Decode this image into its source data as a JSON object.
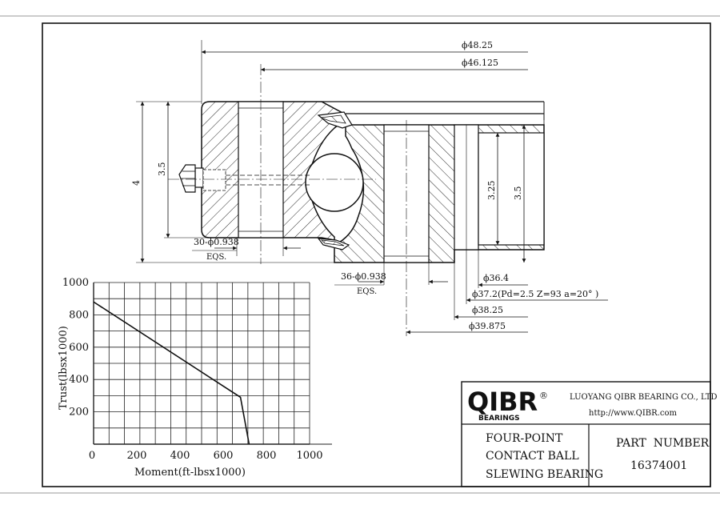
{
  "drawing": {
    "dims": {
      "d_48_25": "ϕ48.25",
      "d_46_125": "ϕ46.125",
      "h_4": "4",
      "h_3_5_left": "3.5",
      "h_3_25": "3.25",
      "h_3_5_right": "3.5",
      "holes_outer": "30-ϕ0.938",
      "holes_outer_eqs": "EQS.",
      "holes_inner": "36-ϕ0.938",
      "holes_inner_eqs": "EQS.",
      "d_36_4": "ϕ36.4",
      "d_37_2": "ϕ37.2(Pd=2.5 Z=93 a=20° )",
      "d_38_25": "ϕ38.25",
      "d_39_875": "ϕ39.875"
    }
  },
  "chart_data": {
    "type": "line",
    "xlabel": "Moment(ft-lbsx1000)",
    "ylabel": "Trust(lbsx1000)",
    "xlim": [
      0,
      1000
    ],
    "ylim": [
      0,
      1000
    ],
    "xticks": [
      "0",
      "200",
      "400",
      "600",
      "800",
      "1000"
    ],
    "yticks": [
      "200",
      "400",
      "600",
      "800",
      "1000"
    ],
    "grid": true,
    "series": [
      {
        "x": [
          0,
          680,
          720
        ],
        "y": [
          880,
          290,
          0
        ]
      }
    ]
  },
  "title_block": {
    "logo_text": "QIBR",
    "logo_reg": "®",
    "logo_sub": "BEARINGS",
    "company": "LUOYANG QIBR BEARING CO., LTD",
    "url": "http://www.QIBR.com",
    "desc_line1": "FOUR-POINT",
    "desc_line2": "CONTACT BALL",
    "desc_line3": "SLEWING BEARING",
    "part_label": "PART  NUMBER",
    "part_number": "16374001"
  },
  "colors": {
    "line": "#111111",
    "grid": "#222222",
    "paper": "#ffffff"
  }
}
